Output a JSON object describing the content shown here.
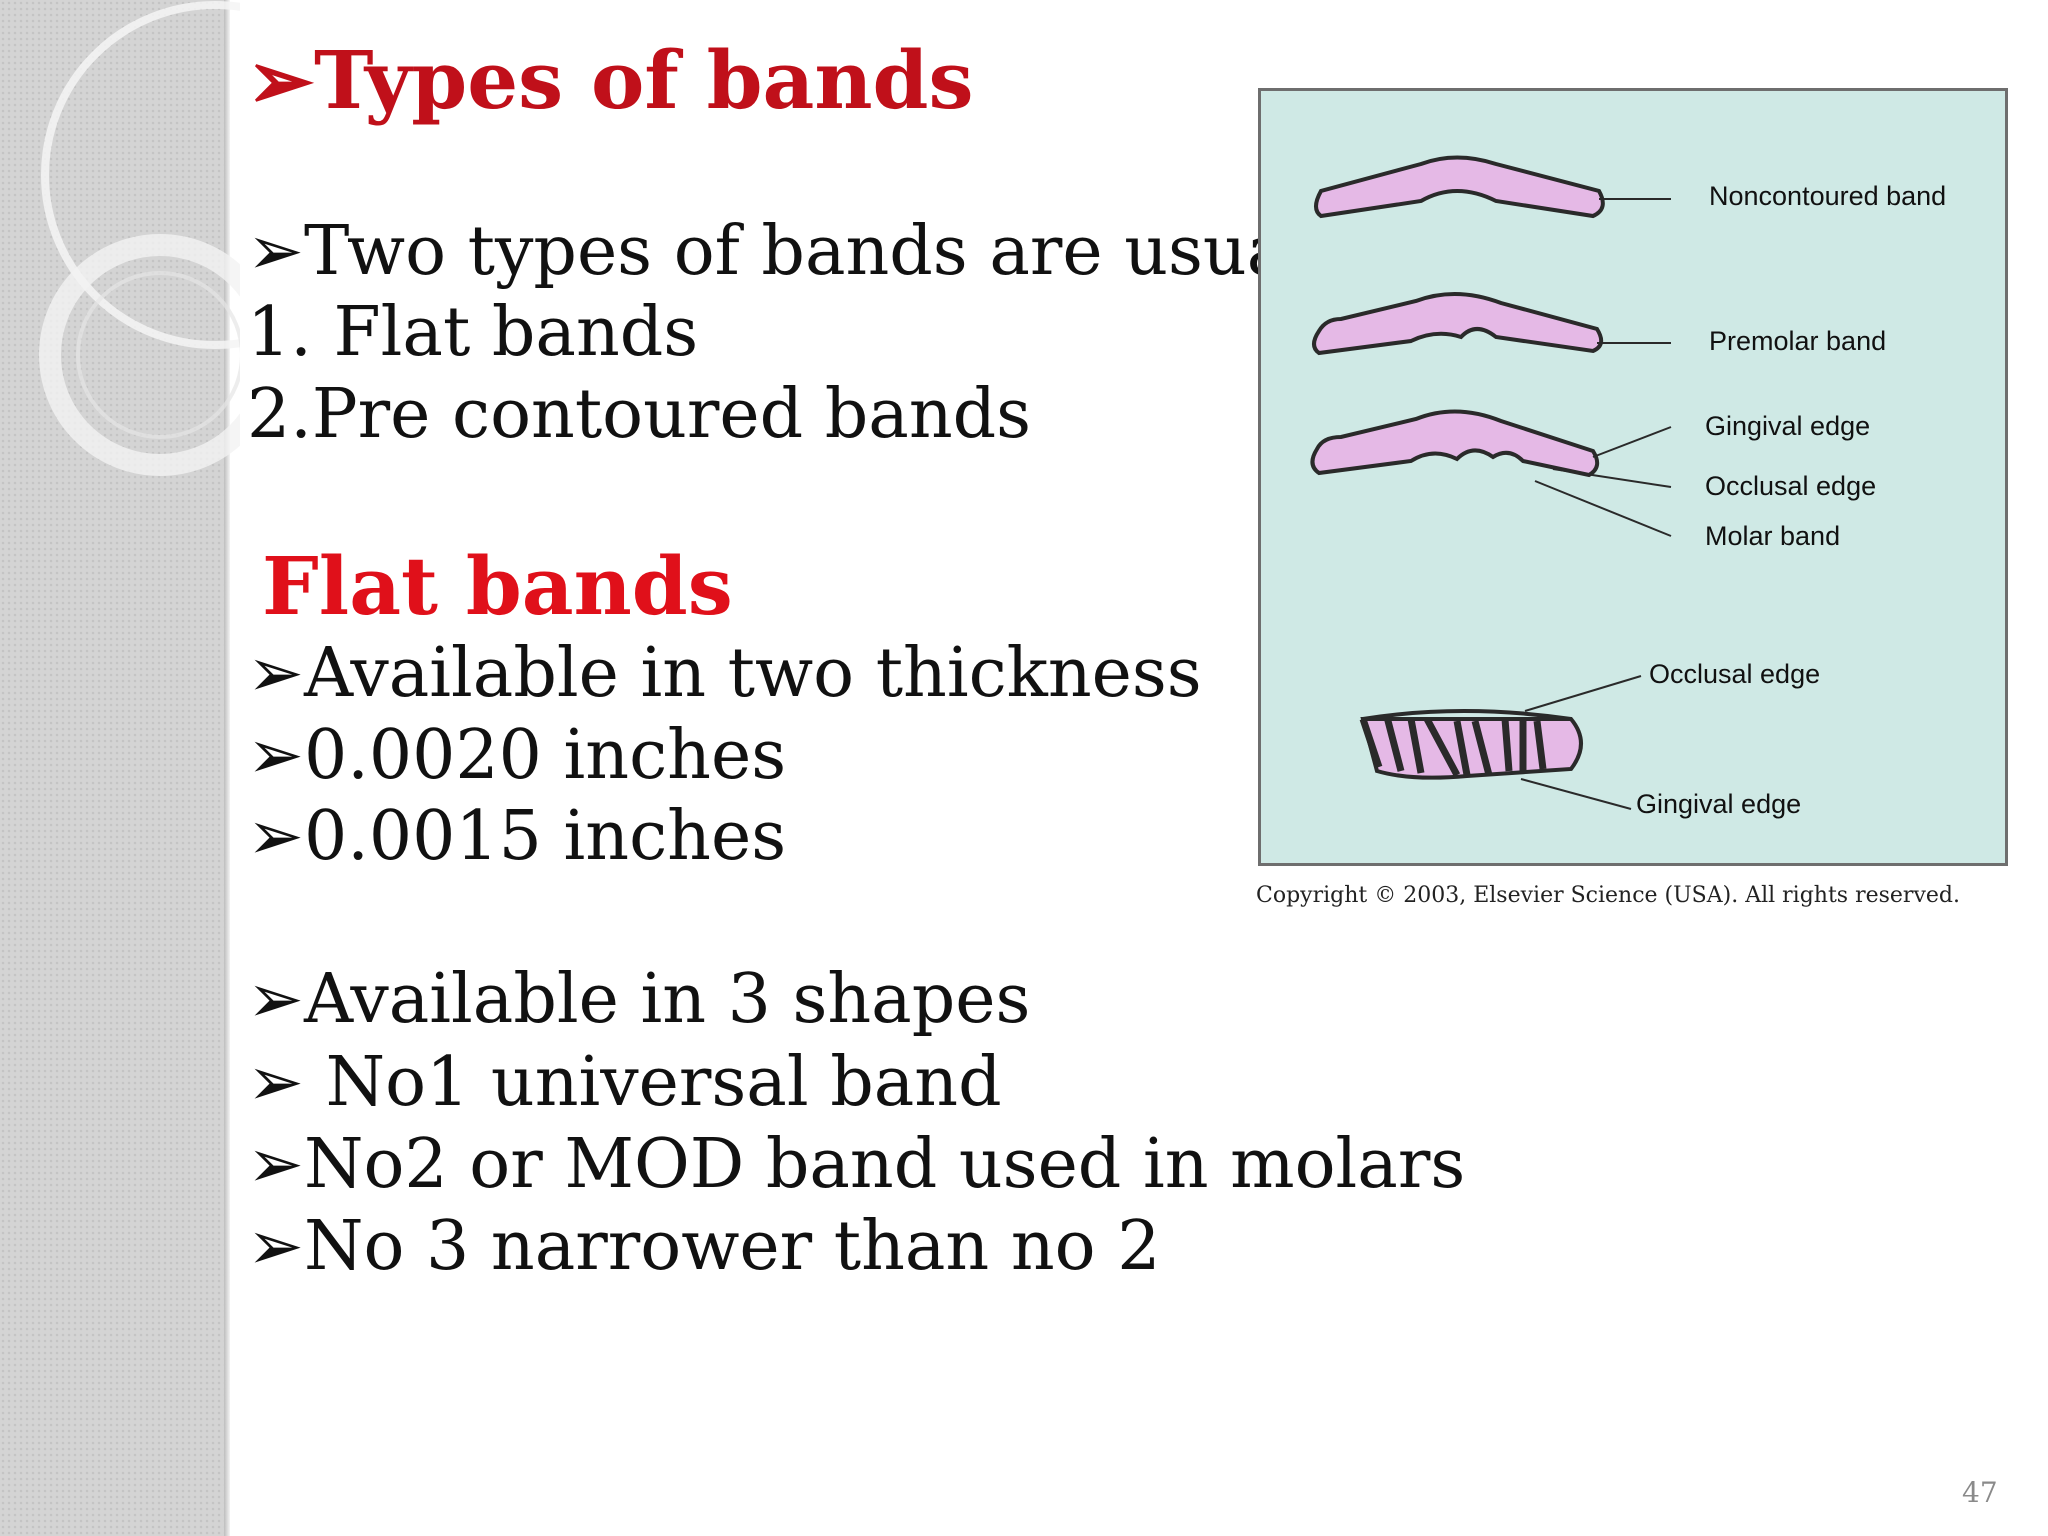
{
  "slide": {
    "title": "➢Types of bands",
    "intro": "➢Two types of bands are usually",
    "list1": "1. Flat bands",
    "list2": "2.Pre contoured bands",
    "section_heading": "Flat bands",
    "thickness_intro": "➢Available in two thickness",
    "thickness1": "➢0.0020 inches",
    "thickness2": "➢0.0015 inches",
    "shapes_intro": "➢Available in 3 shapes",
    "shape1": "➢ No1 universal band",
    "shape2": "➢No2 or MOD band used in molars",
    "shape3": "➢No 3 narrower than no 2",
    "page_number": "47"
  },
  "figure": {
    "labels": {
      "noncontoured": "Noncontoured band",
      "premolar": "Premolar band",
      "gingival_edge_1": "Gingival edge",
      "occlusal_edge_1": "Occlusal edge",
      "molar": "Molar band",
      "occlusal_edge_2": "Occlusal edge",
      "gingival_edge_2": "Gingival edge"
    },
    "copyright": "Copyright © 2003, Elsevier Science (USA). All rights reserved.",
    "colors": {
      "background": "#cfe9e5",
      "band_fill": "#e5b9e6",
      "band_stroke": "#2a2a2a"
    }
  }
}
